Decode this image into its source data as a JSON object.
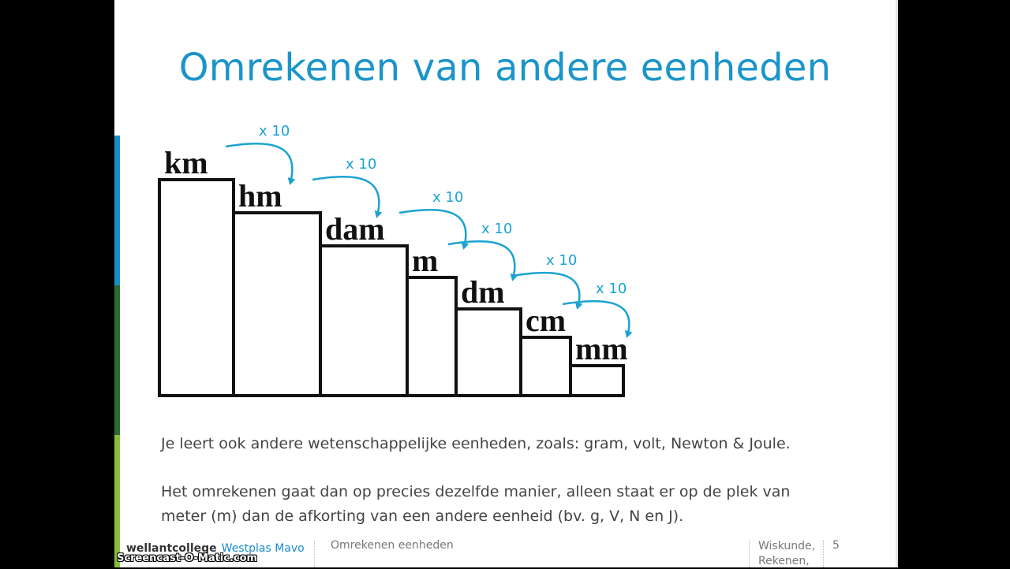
{
  "title": "Omrekenen van andere eenheden",
  "diagram": {
    "units": [
      "km",
      "hm",
      "dam",
      "m",
      "dm",
      "cm",
      "mm"
    ],
    "step_label": "x 10"
  },
  "paragraphs": [
    "Je leert ook andere wetenschappelijke eenheden, zoals: gram, volt, Newton & Joule.",
    "Het omrekenen gaat dan op precies dezelfde manier, alleen staat er op de plek van",
    "meter (m) dan de afkorting van een andere eenheid (bv. g, V, N en J)."
  ],
  "footer": {
    "logo_main": "wellantcollege",
    "logo_sub": "Westplas Mavo",
    "center": "Omrekenen  eenheden",
    "subject_line1": "Wiskunde,",
    "subject_line2": "Rekenen,",
    "page_number": "5"
  },
  "watermark": "Screencast-O-Matic.com",
  "colors": {
    "accent": "#1b95c9",
    "arrow": "#1ba3d1"
  }
}
